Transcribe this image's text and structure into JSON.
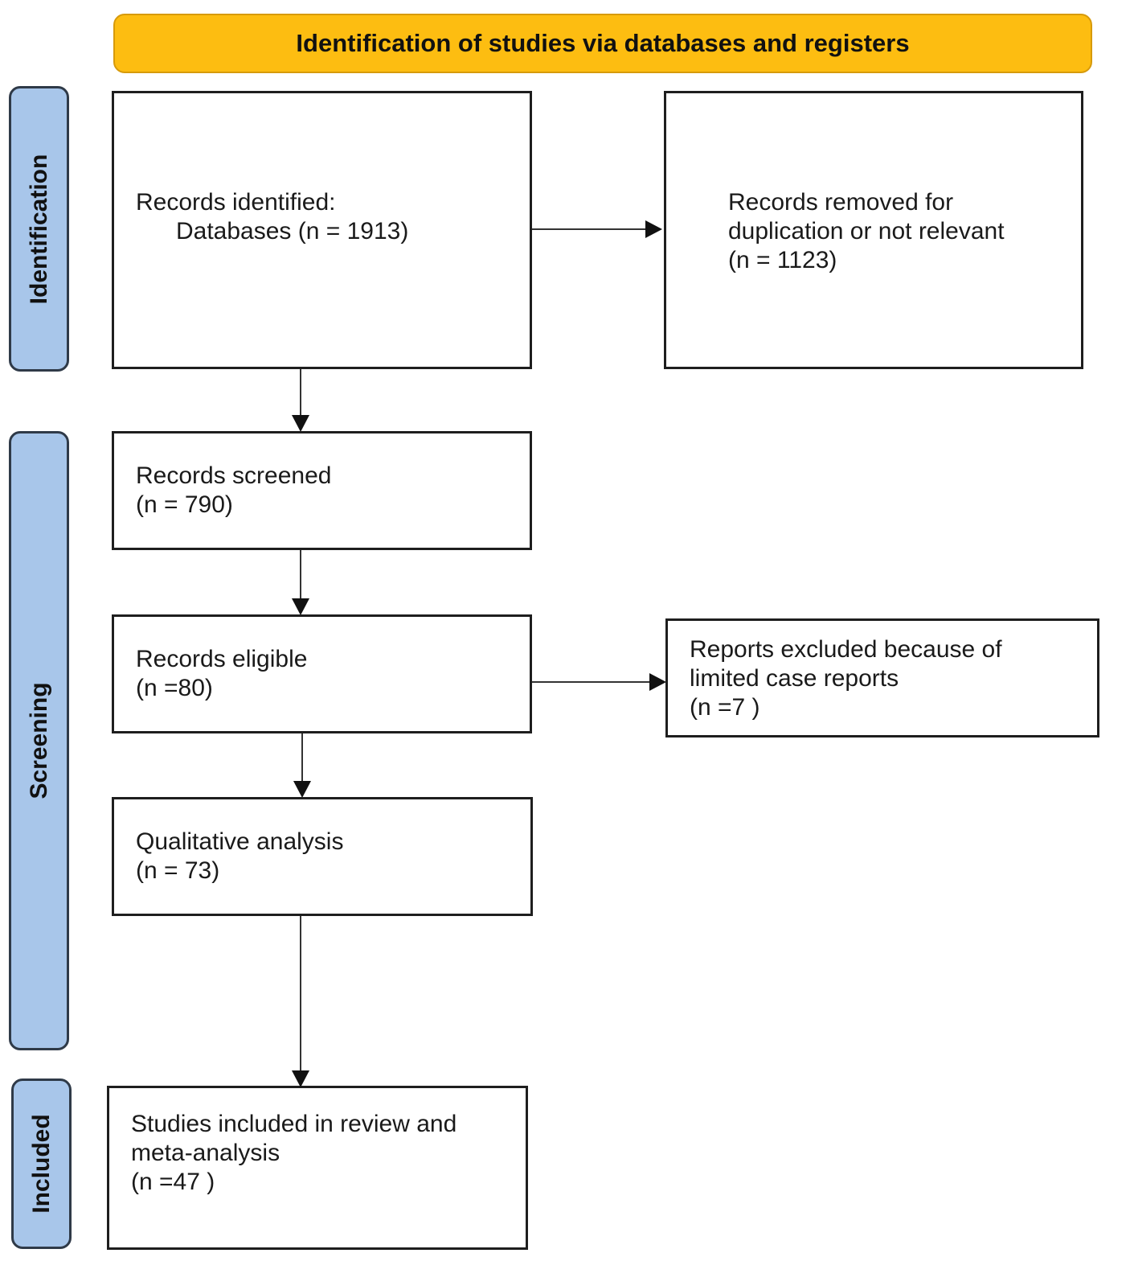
{
  "header": "Identification of studies via databases and registers",
  "phases": {
    "identification": "Identification",
    "screening": "Screening",
    "included": "Included"
  },
  "boxes": {
    "identified": {
      "line1": "Records identified:",
      "line2": "Databases (n = 1913)"
    },
    "removed": {
      "line1": "Records removed for",
      "line2": "duplication or not relevant",
      "line3": "(n = 1123)"
    },
    "screened": {
      "line1": "Records screened",
      "line2": "(n = 790)"
    },
    "eligible": {
      "line1": "Records eligible",
      "line2": "(n =80)"
    },
    "excluded": {
      "line1": "Reports excluded because of",
      "line2": "limited case reports",
      "line3": "(n =7 )"
    },
    "qualitative": {
      "line1": "Qualitative analysis",
      "line2": "(n = 73)"
    },
    "included": {
      "line1": "Studies included in review and",
      "line2": "meta-analysis",
      "line3": "(n =47 )"
    }
  },
  "colors": {
    "header_fill": "#fdbd11",
    "phase_fill": "#a8c6ea",
    "border": "#1e1e1e"
  }
}
